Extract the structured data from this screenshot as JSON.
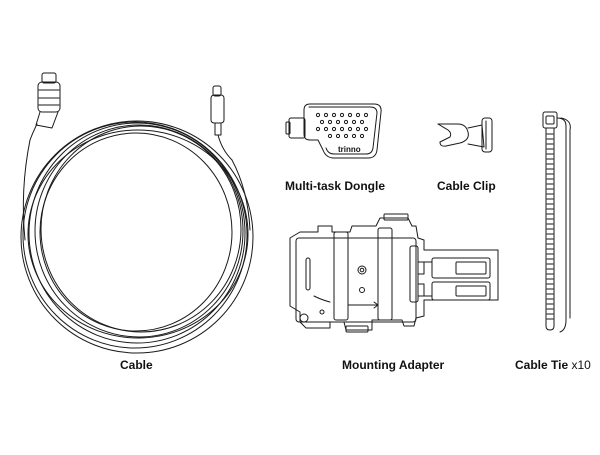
{
  "colors": {
    "line": "#1a1a1a",
    "text": "#111111",
    "background": "#ffffff"
  },
  "items": {
    "cable": {
      "label": "Cable"
    },
    "dongle": {
      "label": "Multi-task Dongle",
      "brand": "trinno"
    },
    "cable_clip": {
      "label": "Cable Clip"
    },
    "mounting_adapter": {
      "label": "Mounting Adapter"
    },
    "cable_tie": {
      "label": "Cable Tie",
      "quantity": "x10"
    }
  }
}
